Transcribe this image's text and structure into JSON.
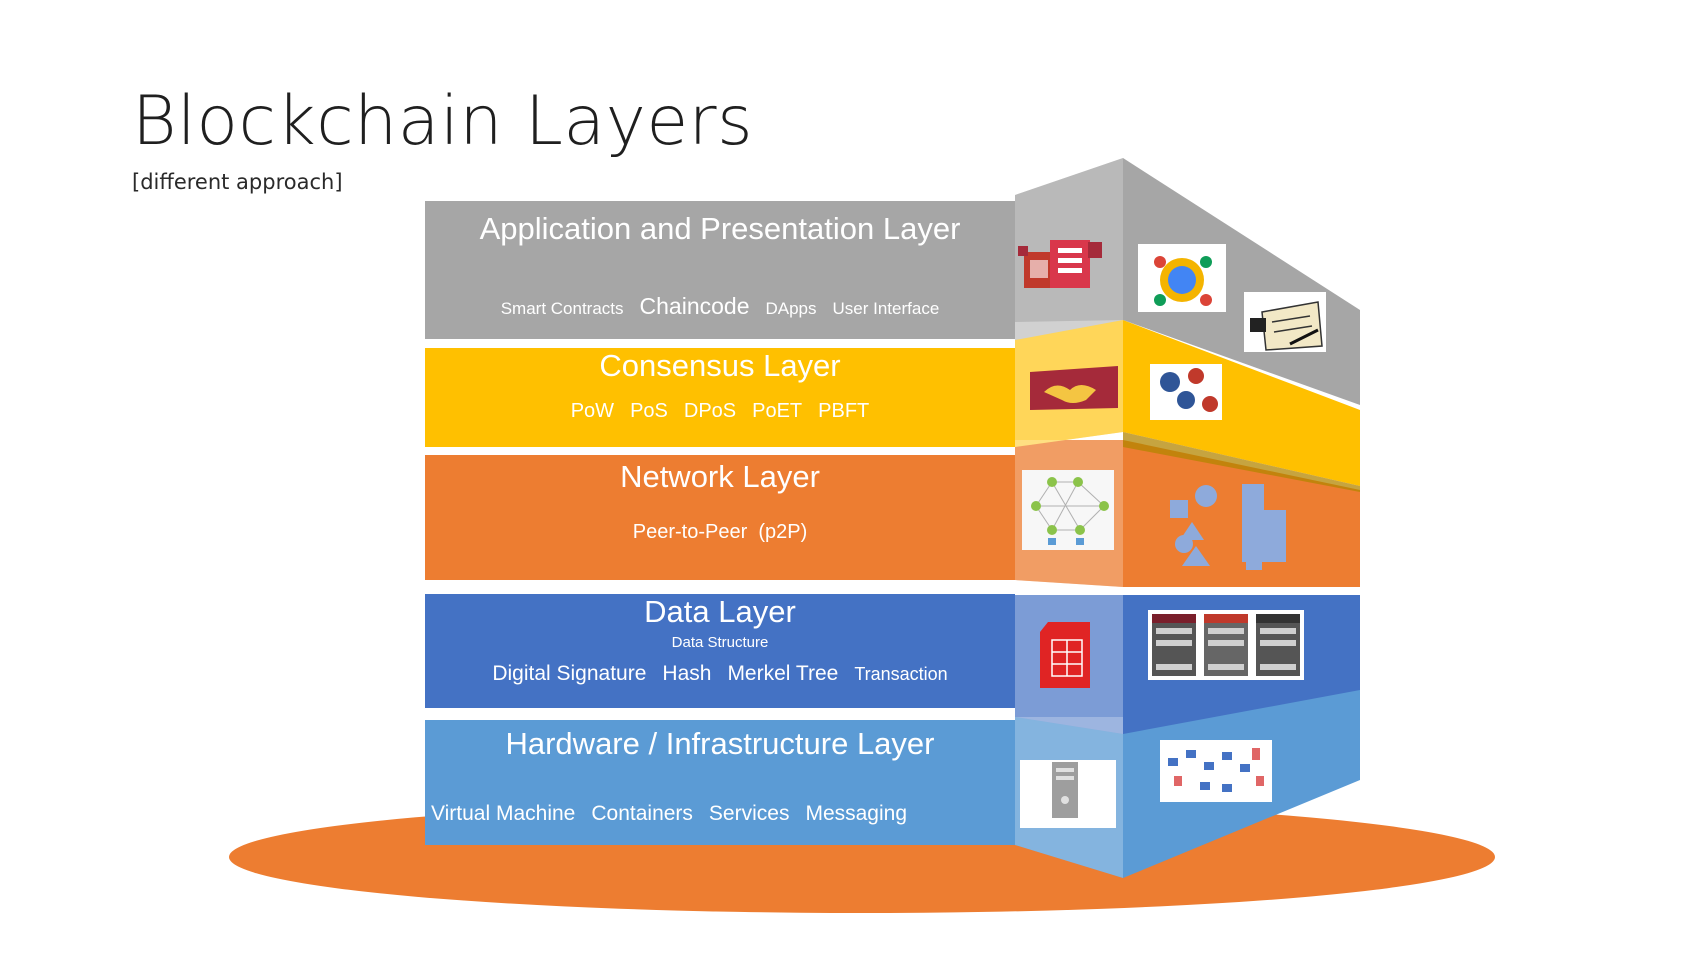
{
  "slide": {
    "title": "Blockchain Layers",
    "subtitle": "[different approach]"
  },
  "colors": {
    "application": "#a6a6a6",
    "consensus": "#ffc000",
    "network": "#ed7d31",
    "data": "#4472c4",
    "hardware": "#5b9bd5",
    "base_disc": "#ed7d31"
  },
  "layers": [
    {
      "title": "Application and Presentation Layer",
      "items": [
        "Smart Contracts",
        "Chaincode",
        "DApps",
        "User Interface"
      ],
      "icons": [
        "server-stack-icon",
        "network-globe-icon",
        "contract-signing-icon"
      ]
    },
    {
      "title": "Consensus Layer",
      "items": [
        "PoW",
        "PoS",
        "DPoS",
        "PoET",
        "PBFT"
      ],
      "icons": [
        "handshake-icon",
        "currency-gears-icon"
      ]
    },
    {
      "title": "Network Layer",
      "items": [
        "Peer-to-Peer  (p2P)"
      ],
      "icons": [
        "p2p-mesh-icon",
        "puzzle-shapes-icon"
      ]
    },
    {
      "title": "Data Layer",
      "subtitle": "Data Structure",
      "items": [
        "Digital Signature",
        "Hash",
        "Merkel Tree",
        "Transaction"
      ],
      "icons": [
        "document-table-icon",
        "block-chain-diagram-icon"
      ]
    },
    {
      "title": "Hardware / Infrastructure Layer",
      "items": [
        "Virtual Machine",
        "Containers",
        "Services",
        "Messaging"
      ],
      "icons": [
        "server-tower-icon",
        "infrastructure-diagram-icon"
      ]
    }
  ]
}
